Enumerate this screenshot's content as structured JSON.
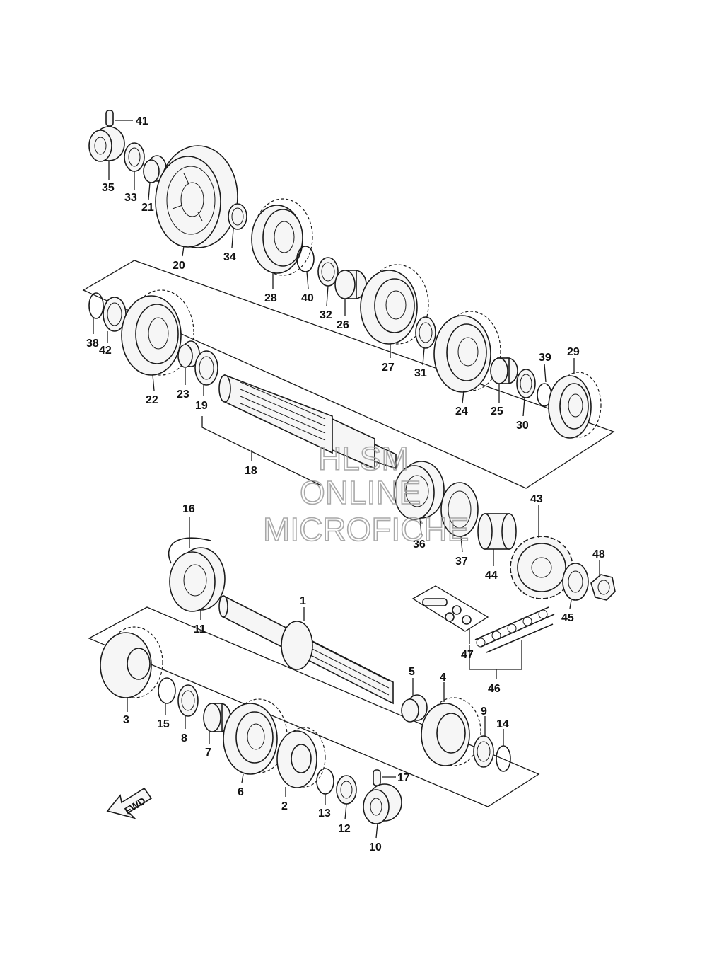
{
  "watermark": {
    "line1": "HLSM",
    "line2": "ONLINE",
    "line3": "MICROFICHE"
  },
  "direction_arrow": {
    "label": "FWD"
  },
  "parts": [
    {
      "id": "1",
      "label": "1"
    },
    {
      "id": "2",
      "label": "2"
    },
    {
      "id": "3",
      "label": "3"
    },
    {
      "id": "4",
      "label": "4"
    },
    {
      "id": "5",
      "label": "5"
    },
    {
      "id": "6",
      "label": "6"
    },
    {
      "id": "7",
      "label": "7"
    },
    {
      "id": "8",
      "label": "8"
    },
    {
      "id": "9",
      "label": "9"
    },
    {
      "id": "10",
      "label": "10"
    },
    {
      "id": "11",
      "label": "11"
    },
    {
      "id": "12",
      "label": "12"
    },
    {
      "id": "13",
      "label": "13"
    },
    {
      "id": "14",
      "label": "14"
    },
    {
      "id": "15",
      "label": "15"
    },
    {
      "id": "16",
      "label": "16"
    },
    {
      "id": "17",
      "label": "17"
    },
    {
      "id": "18",
      "label": "18"
    },
    {
      "id": "19",
      "label": "19"
    },
    {
      "id": "20",
      "label": "20"
    },
    {
      "id": "21",
      "label": "21"
    },
    {
      "id": "22",
      "label": "22"
    },
    {
      "id": "23",
      "label": "23"
    },
    {
      "id": "24",
      "label": "24"
    },
    {
      "id": "25",
      "label": "25"
    },
    {
      "id": "26",
      "label": "26"
    },
    {
      "id": "27",
      "label": "27"
    },
    {
      "id": "28",
      "label": "28"
    },
    {
      "id": "29",
      "label": "29"
    },
    {
      "id": "30",
      "label": "30"
    },
    {
      "id": "31",
      "label": "31"
    },
    {
      "id": "32",
      "label": "32"
    },
    {
      "id": "33",
      "label": "33"
    },
    {
      "id": "34",
      "label": "34"
    },
    {
      "id": "35",
      "label": "35"
    },
    {
      "id": "36",
      "label": "36"
    },
    {
      "id": "37",
      "label": "37"
    },
    {
      "id": "38",
      "label": "38"
    },
    {
      "id": "39",
      "label": "39"
    },
    {
      "id": "40",
      "label": "40"
    },
    {
      "id": "41",
      "label": "41"
    },
    {
      "id": "42",
      "label": "42"
    },
    {
      "id": "43",
      "label": "43"
    },
    {
      "id": "44",
      "label": "44"
    },
    {
      "id": "45",
      "label": "45"
    },
    {
      "id": "46",
      "label": "46"
    },
    {
      "id": "47",
      "label": "47"
    },
    {
      "id": "48",
      "label": "48"
    }
  ]
}
